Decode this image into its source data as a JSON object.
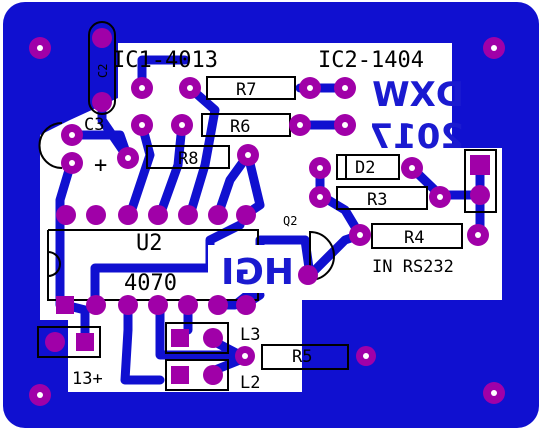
{
  "colors": {
    "copper": "#1010d0",
    "substrate": "#ffffff",
    "pad": "#a000a8",
    "silkscreen": "#000000",
    "mirrored_text": "#1a1ad0"
  },
  "labels": {
    "ic1": "IC1-4013",
    "ic2": "IC2-1404",
    "r7": "R7",
    "r6": "R6",
    "r8": "R8",
    "c2": "C2",
    "c3": "C3",
    "plus": "+",
    "d2": "D2",
    "r3": "R3",
    "r4": "R4",
    "q2": "Q2",
    "u2": "U2",
    "chip": "4070",
    "in_rs232": "IN RS232",
    "r5": "R5",
    "l3": "L3",
    "l2": "L2",
    "supply": "13+"
  },
  "mirrored": {
    "line1": "DXW",
    "line2": "2017",
    "logo": "HGI"
  }
}
